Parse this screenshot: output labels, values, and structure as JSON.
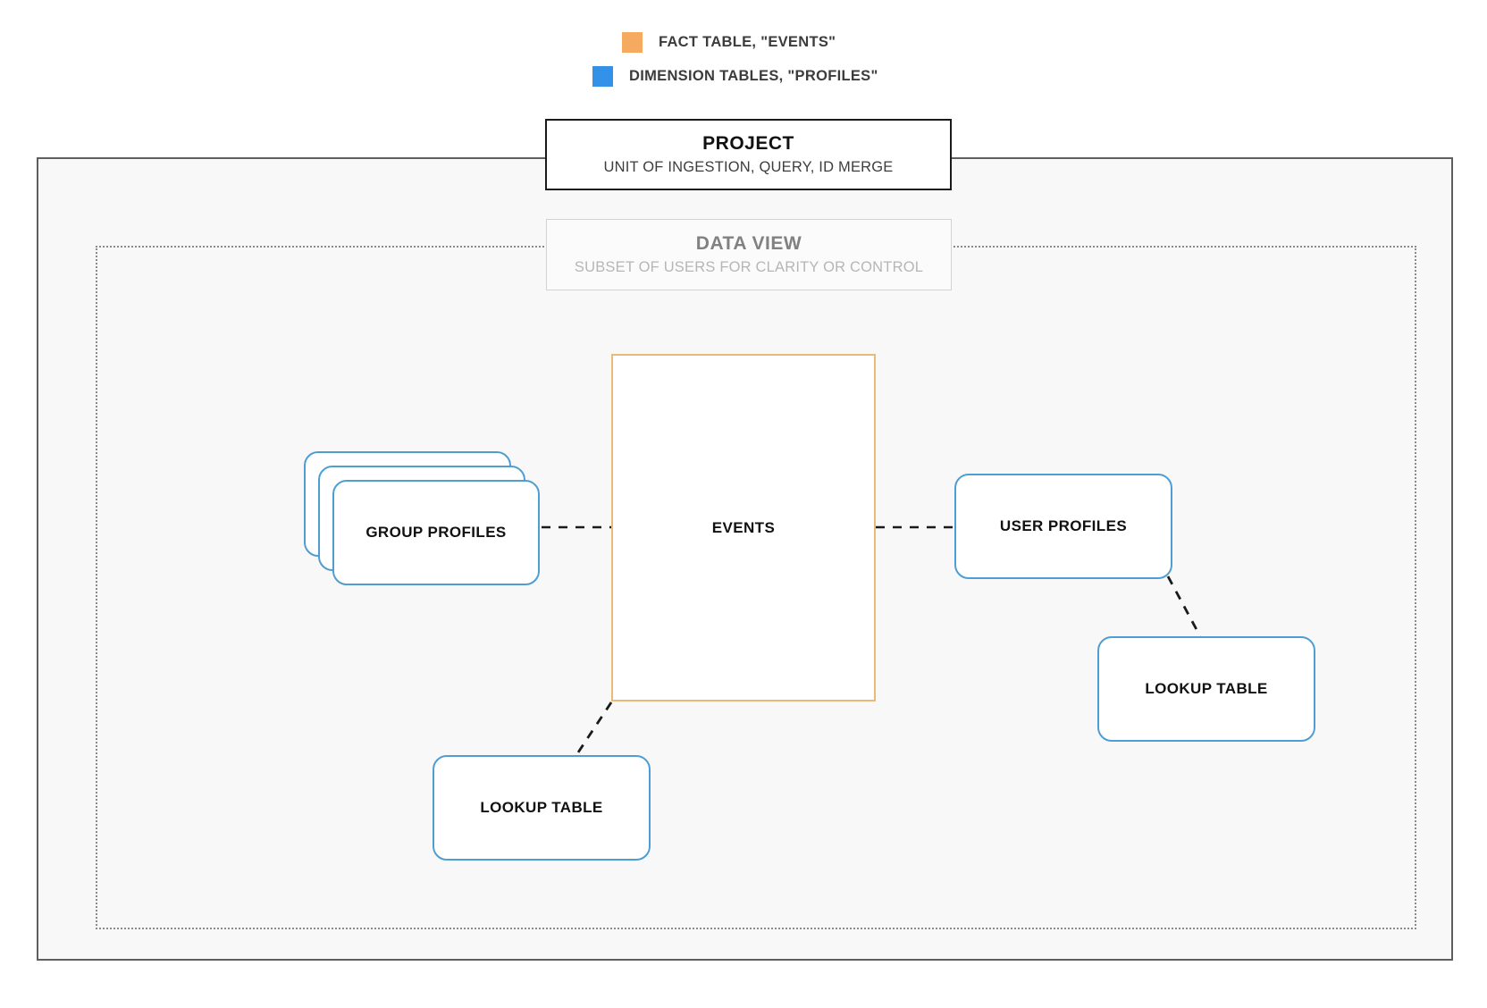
{
  "legend": {
    "items": [
      {
        "label": "FACT TABLE, \"EVENTS\"",
        "color": "#f5aa60",
        "icon": "orange-square-swatch"
      },
      {
        "label": "DIMENSION TABLES, \"PROFILES\"",
        "color": "#3391e8",
        "icon": "blue-square-swatch"
      }
    ]
  },
  "project": {
    "title": "PROJECT",
    "subtitle": "UNIT OF INGESTION, QUERY, ID MERGE",
    "border_color": "#1a1a1a"
  },
  "data_view": {
    "title": "DATA VIEW",
    "subtitle": "SUBSET OF USERS FOR CLARITY OR CONTROL",
    "border_color": "#d2d2d2",
    "title_color": "#818181",
    "subtitle_color": "#b6b6b6"
  },
  "nodes": {
    "events": {
      "label": "EVENTS",
      "type": "fact-table",
      "border_color": "#e9b978"
    },
    "group_profiles": {
      "label": "GROUP PROFILES",
      "type": "dimension-table-stack",
      "border_color": "#4e9ed4",
      "stack_count": 3
    },
    "user_profiles": {
      "label": "USER PROFILES",
      "type": "dimension-table",
      "border_color": "#4e9ed4"
    },
    "lookup_table_left": {
      "label": "LOOKUP TABLE",
      "type": "dimension-table",
      "border_color": "#4e9ed4"
    },
    "lookup_table_right": {
      "label": "LOOKUP TABLE",
      "type": "dimension-table",
      "border_color": "#4e9ed4"
    }
  },
  "connectors": [
    {
      "name": "group-profiles-to-events",
      "style": "dashed",
      "color": "#1a1a1a"
    },
    {
      "name": "events-to-user-profiles",
      "style": "dashed",
      "color": "#1a1a1a"
    },
    {
      "name": "events-to-lookup-table-left",
      "style": "dashed",
      "color": "#1a1a1a"
    },
    {
      "name": "user-profiles-to-lookup-table-right",
      "style": "dashed",
      "color": "#1a1a1a"
    }
  ]
}
